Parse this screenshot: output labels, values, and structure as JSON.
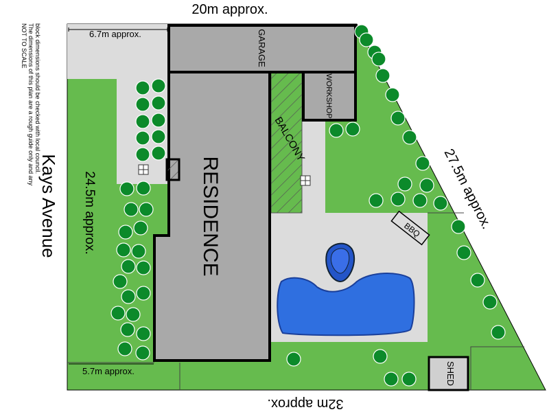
{
  "dimensions": {
    "top": "20m approx.",
    "bottom": "32m approx.",
    "left": "24.5m approx.",
    "right": "27.5m approx.",
    "top_setback": "6.7m approx.",
    "bottom_setback": "5.7m approx."
  },
  "street": "Kays Avenue",
  "note": {
    "line1": "NOT TO SCALE",
    "line2": "The dimensions of this plan are a rough guide only and any",
    "line3": "block dimensions should be checked with local council."
  },
  "rooms": {
    "residence": "RESIDENCE",
    "garage": "GARAGE",
    "workshop": "WORKSHOP",
    "balcony": "BALCONY",
    "bbq": "BBQ",
    "shed": "SHED"
  },
  "colors": {
    "lawn": "#66bb4e",
    "paving": "#dcdcdc",
    "building": "#a9a9a9",
    "pool": "#2f6fe0",
    "spa": "#2455c8",
    "tree": "#0c8a2a"
  }
}
